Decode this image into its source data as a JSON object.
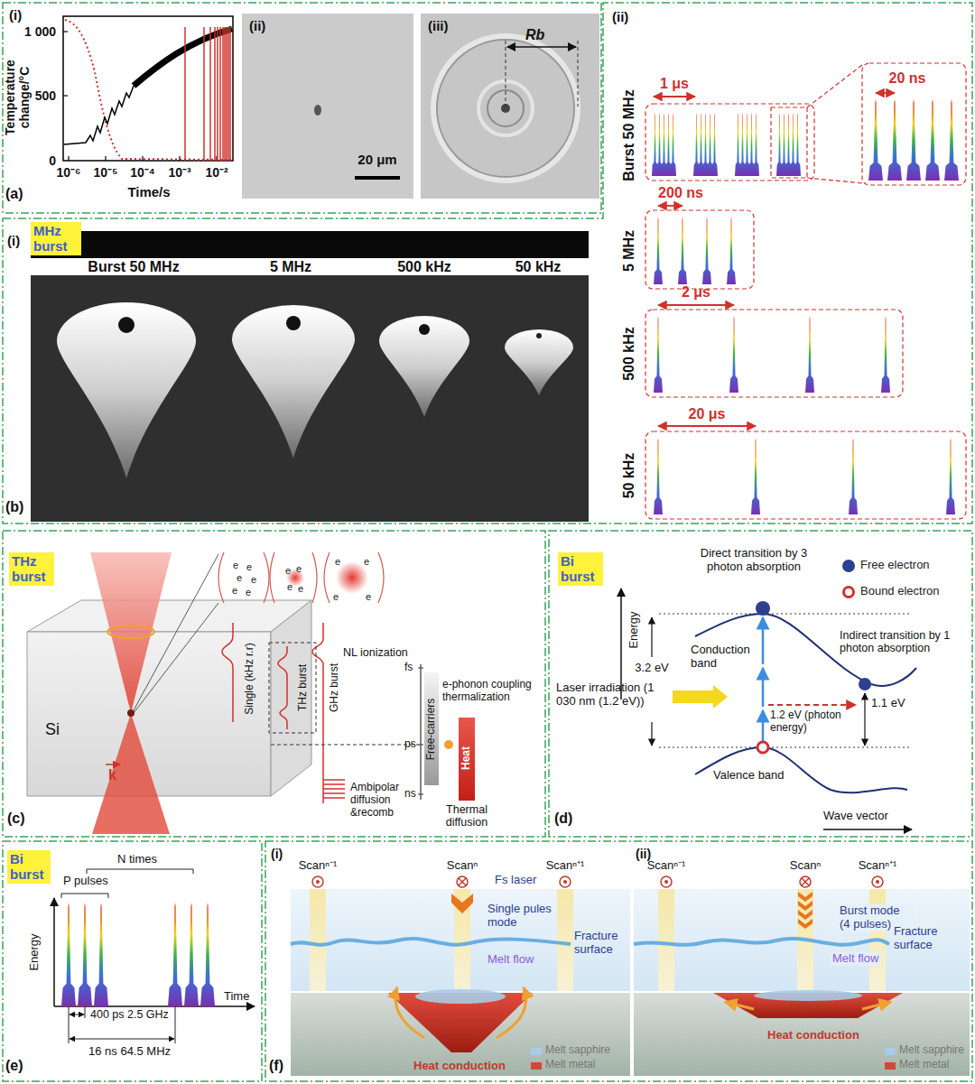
{
  "diagram": {
    "nodes": [
      {
        "text": [
          "MHz burst"
        ]
      },
      {
        "text": [
          "THz burst"
        ]
      },
      {
        "text": [
          "Bi burst"
        ]
      },
      {
        "text": [
          "Bi burst"
        ]
      }
    ],
    "labels": [
      "(i)",
      "1 000",
      "500",
      "0",
      "Temperature change/°C",
      "10⁻⁶",
      "10⁻⁵",
      "10⁻⁴",
      "10⁻³",
      "10⁻²",
      "Time/s",
      "(a)",
      "(ii)",
      "20 μm",
      "(iii)",
      "Rb",
      "(i)",
      "Burst 50 MHz",
      "5 MHz",
      "500 kHz",
      "50 kHz",
      "(b)",
      "(ii)",
      "Burst 50 MHz",
      "1 μs",
      "20 ns",
      "5 MHz",
      "200 ns",
      "500 kHz",
      "2 μs",
      "50 kHz",
      "20 μs",
      "e",
      "e",
      "e",
      "e",
      "e",
      "e",
      "e",
      "e",
      "e",
      "e",
      "e",
      "e",
      "e",
      "e",
      "Si",
      "k",
      "Single (kHz r.r)",
      "THz burst",
      "GHz burst",
      "NL ionization",
      "fs",
      "ps",
      "ns",
      "Free-carriers",
      "Heat",
      "e-phonon coupling thermalization",
      "Ambipolar diffusion &recomb",
      "Thermal diffusion",
      "(c)",
      "Direct transition by 3 photon absorption",
      "Energy",
      "Conduction band",
      "Indirect transition by 1 photon absorption",
      "3.2 eV",
      "Laser irradiation (1 030 nm (1.2 eV))",
      "1.2 eV (photon energy)",
      "1.1 eV",
      "Valence band",
      "Wave vector",
      "(d)",
      "N times",
      "P pulses",
      "Energy",
      "Time",
      "400 ps 2.5 GHz",
      "16 ns 64.5 MHz",
      "(e)",
      "(i)",
      "Scanⁿ⁻¹",
      "Scanⁿ",
      "Scanⁿ⁺¹",
      "Fs laser",
      "Single pules mode",
      "Fracture surface",
      "Melt flow",
      "Heat conduction",
      "(f)",
      "(ii)",
      "Scanⁿ⁻¹",
      "Scanⁿ",
      "Scanⁿ⁺¹",
      "Burst mode (4 pulses)",
      "Fracture surface",
      "Melt flow",
      "Heat conduction"
    ],
    "legend": [
      {
        "text": "Free electron",
        "color": "#2d3f8f"
      },
      {
        "text": "Bound electron"
      },
      {
        "text": "Melt sapphire",
        "color": "#a8cbe6"
      },
      {
        "text": "Melt metal",
        "color": "#d2483a"
      },
      {
        "text": "Melt sapphire",
        "color": "#a8cbe6"
      },
      {
        "text": "Melt metal",
        "color": "#d2483a"
      }
    ]
  }
}
